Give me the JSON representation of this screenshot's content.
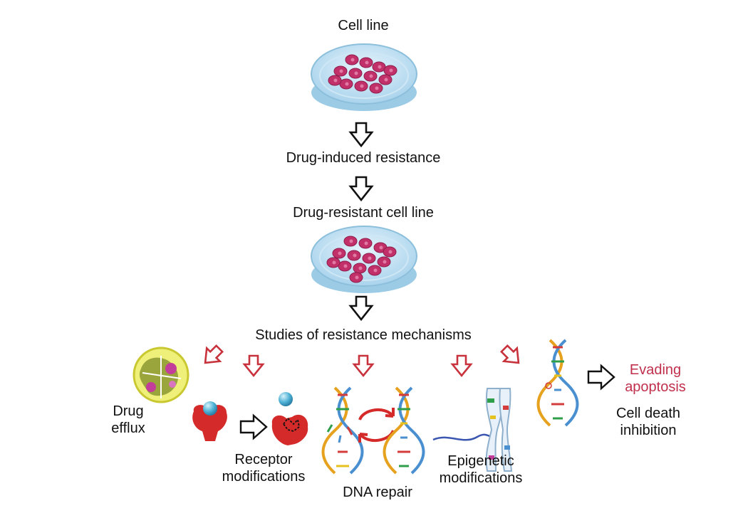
{
  "labels": {
    "cell_line": "Cell line",
    "drug_induced_resistance": "Drug-induced resistance",
    "drug_resistant_cell_line": "Drug-resistant cell line",
    "studies_of_mechanisms": "Studies of resistance mechanisms",
    "drug_efflux_1": "Drug",
    "drug_efflux_2": "efflux",
    "receptor_mod_1": "Receptor",
    "receptor_mod_2": "modifications",
    "dna_repair": "DNA repair",
    "epigenetic_1": "Epigenetic",
    "epigenetic_2": "modifications",
    "evading_1": "Evading",
    "evading_2": "apoptosis",
    "cell_death_1": "Cell death",
    "cell_death_2": "inhibition"
  },
  "colors": {
    "flow_arrow": "#111111",
    "branch_arrow": "#c8323c",
    "evading_text": "#c0304d",
    "dish": "#bfe0f2",
    "cells": "#c2306a",
    "receptor": "#d42a2a"
  }
}
